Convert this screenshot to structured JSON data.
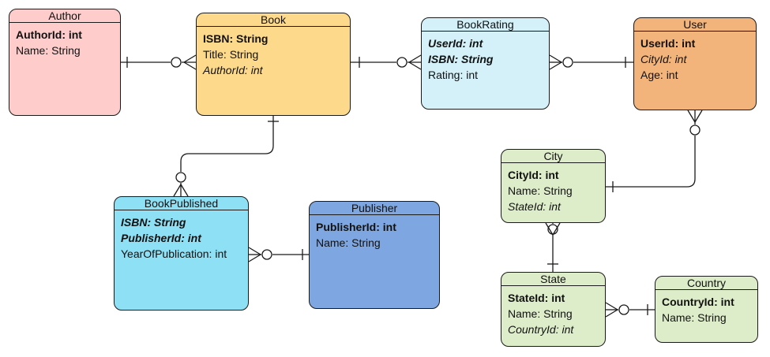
{
  "colors": {
    "author": "#ffcccc",
    "book": "#fdd98b",
    "bookrating": "#d4f1f9",
    "user": "#f3b47b",
    "bookpublished": "#8ee0f4",
    "publisher": "#7ea6e0",
    "city": "#deedc9",
    "state": "#deedc9",
    "country": "#deedc9"
  },
  "entities": {
    "author": {
      "title": "Author",
      "attributes": [
        {
          "text": "AuthorId: int",
          "style": "pk"
        },
        {
          "text": "Name: String",
          "style": "normal"
        }
      ]
    },
    "book": {
      "title": "Book",
      "attributes": [
        {
          "text": "ISBN: String",
          "style": "pk"
        },
        {
          "text": "Title: String",
          "style": "normal"
        },
        {
          "text": "AuthorId: int",
          "style": "fk"
        }
      ]
    },
    "bookrating": {
      "title": "BookRating",
      "attributes": [
        {
          "text": "UserId: int",
          "style": "pk fk"
        },
        {
          "text": "ISBN: String",
          "style": "pk fk"
        },
        {
          "text": "Rating: int",
          "style": "normal"
        }
      ]
    },
    "user": {
      "title": "User",
      "attributes": [
        {
          "text": "UserId: int",
          "style": "pk"
        },
        {
          "text": "CityId: int",
          "style": "fk"
        },
        {
          "text": "Age: int",
          "style": "normal"
        }
      ]
    },
    "bookpublished": {
      "title": "BookPublished",
      "attributes": [
        {
          "text": "ISBN: String",
          "style": "pk fk"
        },
        {
          "text": "PublisherId: int",
          "style": "pk fk"
        },
        {
          "text": "YearOfPublication: int",
          "style": "normal"
        }
      ]
    },
    "publisher": {
      "title": "Publisher",
      "attributes": [
        {
          "text": "PublisherId: int",
          "style": "pk"
        },
        {
          "text": "Name: String",
          "style": "normal"
        }
      ]
    },
    "city": {
      "title": "City",
      "attributes": [
        {
          "text": "CityId: int",
          "style": "pk"
        },
        {
          "text": "Name: String",
          "style": "normal"
        },
        {
          "text": "StateId: int",
          "style": "fk"
        }
      ]
    },
    "state": {
      "title": "State",
      "attributes": [
        {
          "text": "StateId: int",
          "style": "pk"
        },
        {
          "text": "Name: String",
          "style": "normal"
        },
        {
          "text": "CountryId: int",
          "style": "fk"
        }
      ]
    },
    "country": {
      "title": "Country",
      "attributes": [
        {
          "text": "CountryId: int",
          "style": "pk"
        },
        {
          "text": "Name: String",
          "style": "normal"
        }
      ]
    }
  },
  "relationships": [
    {
      "from": "Author",
      "to": "Book",
      "from_cardinality": "one",
      "to_cardinality": "zero-or-many"
    },
    {
      "from": "Book",
      "to": "BookRating",
      "from_cardinality": "one",
      "to_cardinality": "zero-or-many"
    },
    {
      "from": "User",
      "to": "BookRating",
      "from_cardinality": "one",
      "to_cardinality": "zero-or-many"
    },
    {
      "from": "Book",
      "to": "BookPublished",
      "from_cardinality": "one",
      "to_cardinality": "zero-or-many"
    },
    {
      "from": "Publisher",
      "to": "BookPublished",
      "from_cardinality": "one",
      "to_cardinality": "zero-or-many"
    },
    {
      "from": "City",
      "to": "User",
      "from_cardinality": "one",
      "to_cardinality": "zero-or-many"
    },
    {
      "from": "State",
      "to": "City",
      "from_cardinality": "one",
      "to_cardinality": "zero-or-many"
    },
    {
      "from": "Country",
      "to": "State",
      "from_cardinality": "one",
      "to_cardinality": "zero-or-many"
    }
  ]
}
